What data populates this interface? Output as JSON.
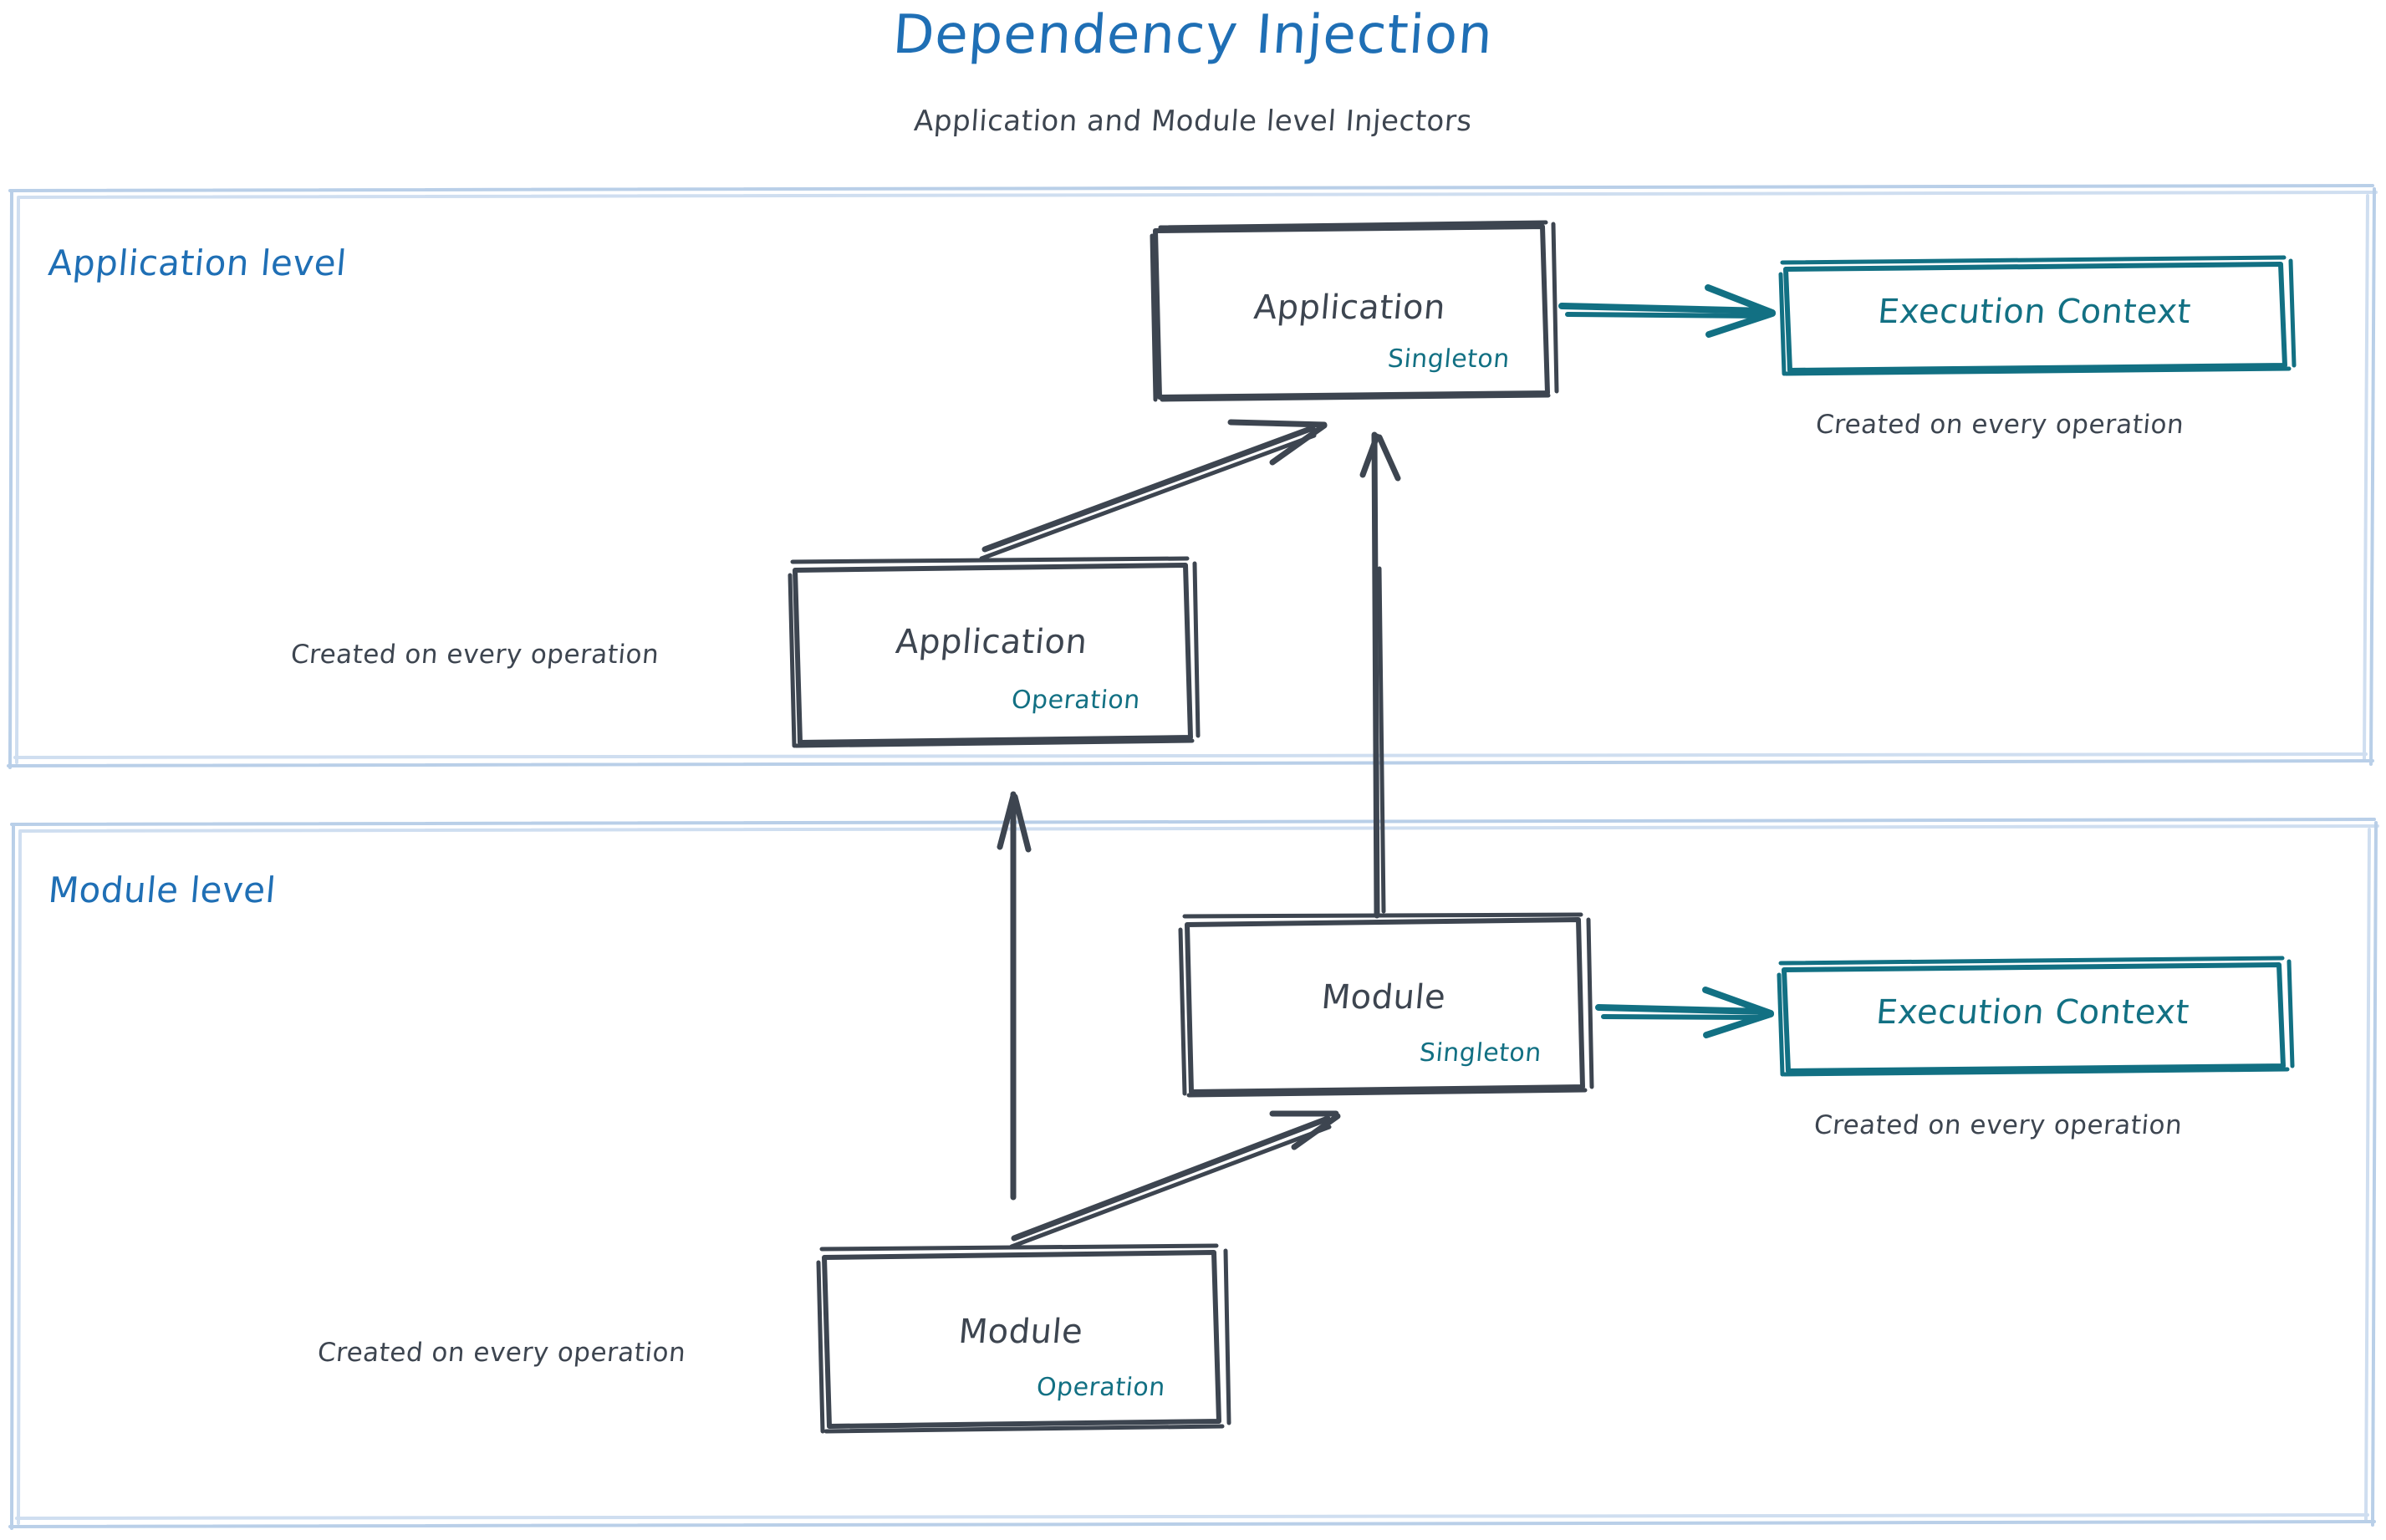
{
  "header": {
    "title": "Dependency Injection",
    "subtitle": "Application and Module level Injectors"
  },
  "colors": {
    "title_blue": "#1f6fb5",
    "panel_border_blue": "#b9cfe8",
    "ink_gray": "#3d4550",
    "teal": "#127083"
  },
  "panels": [
    {
      "id": "application-level",
      "label": "Application level"
    },
    {
      "id": "module-level",
      "label": "Module level"
    }
  ],
  "nodes": {
    "application_singleton": {
      "title": "Application",
      "scope": "Singleton"
    },
    "application_operation": {
      "title": "Application",
      "scope": "Operation",
      "note": "Created on every operation"
    },
    "application_execution_context": {
      "title": "Execution Context",
      "note": "Created on every operation"
    },
    "module_singleton": {
      "title": "Module",
      "scope": "Singleton"
    },
    "module_operation": {
      "title": "Module",
      "scope": "Operation",
      "note": "Created on every operation"
    },
    "module_execution_context": {
      "title": "Execution Context",
      "note": "Created on every operation"
    }
  },
  "edges": [
    {
      "id": "app-singleton-to-exec-context",
      "from": "application_singleton",
      "to": "application_execution_context",
      "color": "#127083"
    },
    {
      "id": "app-operation-to-app-singleton",
      "from": "application_operation",
      "to": "application_singleton",
      "color": "#3d4550"
    },
    {
      "id": "module-singleton-to-app-singleton",
      "from": "module_singleton",
      "to": "application_singleton",
      "color": "#3d4550"
    },
    {
      "id": "module-singleton-to-exec-context",
      "from": "module_singleton",
      "to": "module_execution_context",
      "color": "#127083"
    },
    {
      "id": "module-operation-to-module-singleton",
      "from": "module_operation",
      "to": "module_singleton",
      "color": "#3d4550"
    },
    {
      "id": "module-operation-to-app-operation",
      "from": "module_operation",
      "to": "application_operation",
      "color": "#3d4550"
    }
  ]
}
